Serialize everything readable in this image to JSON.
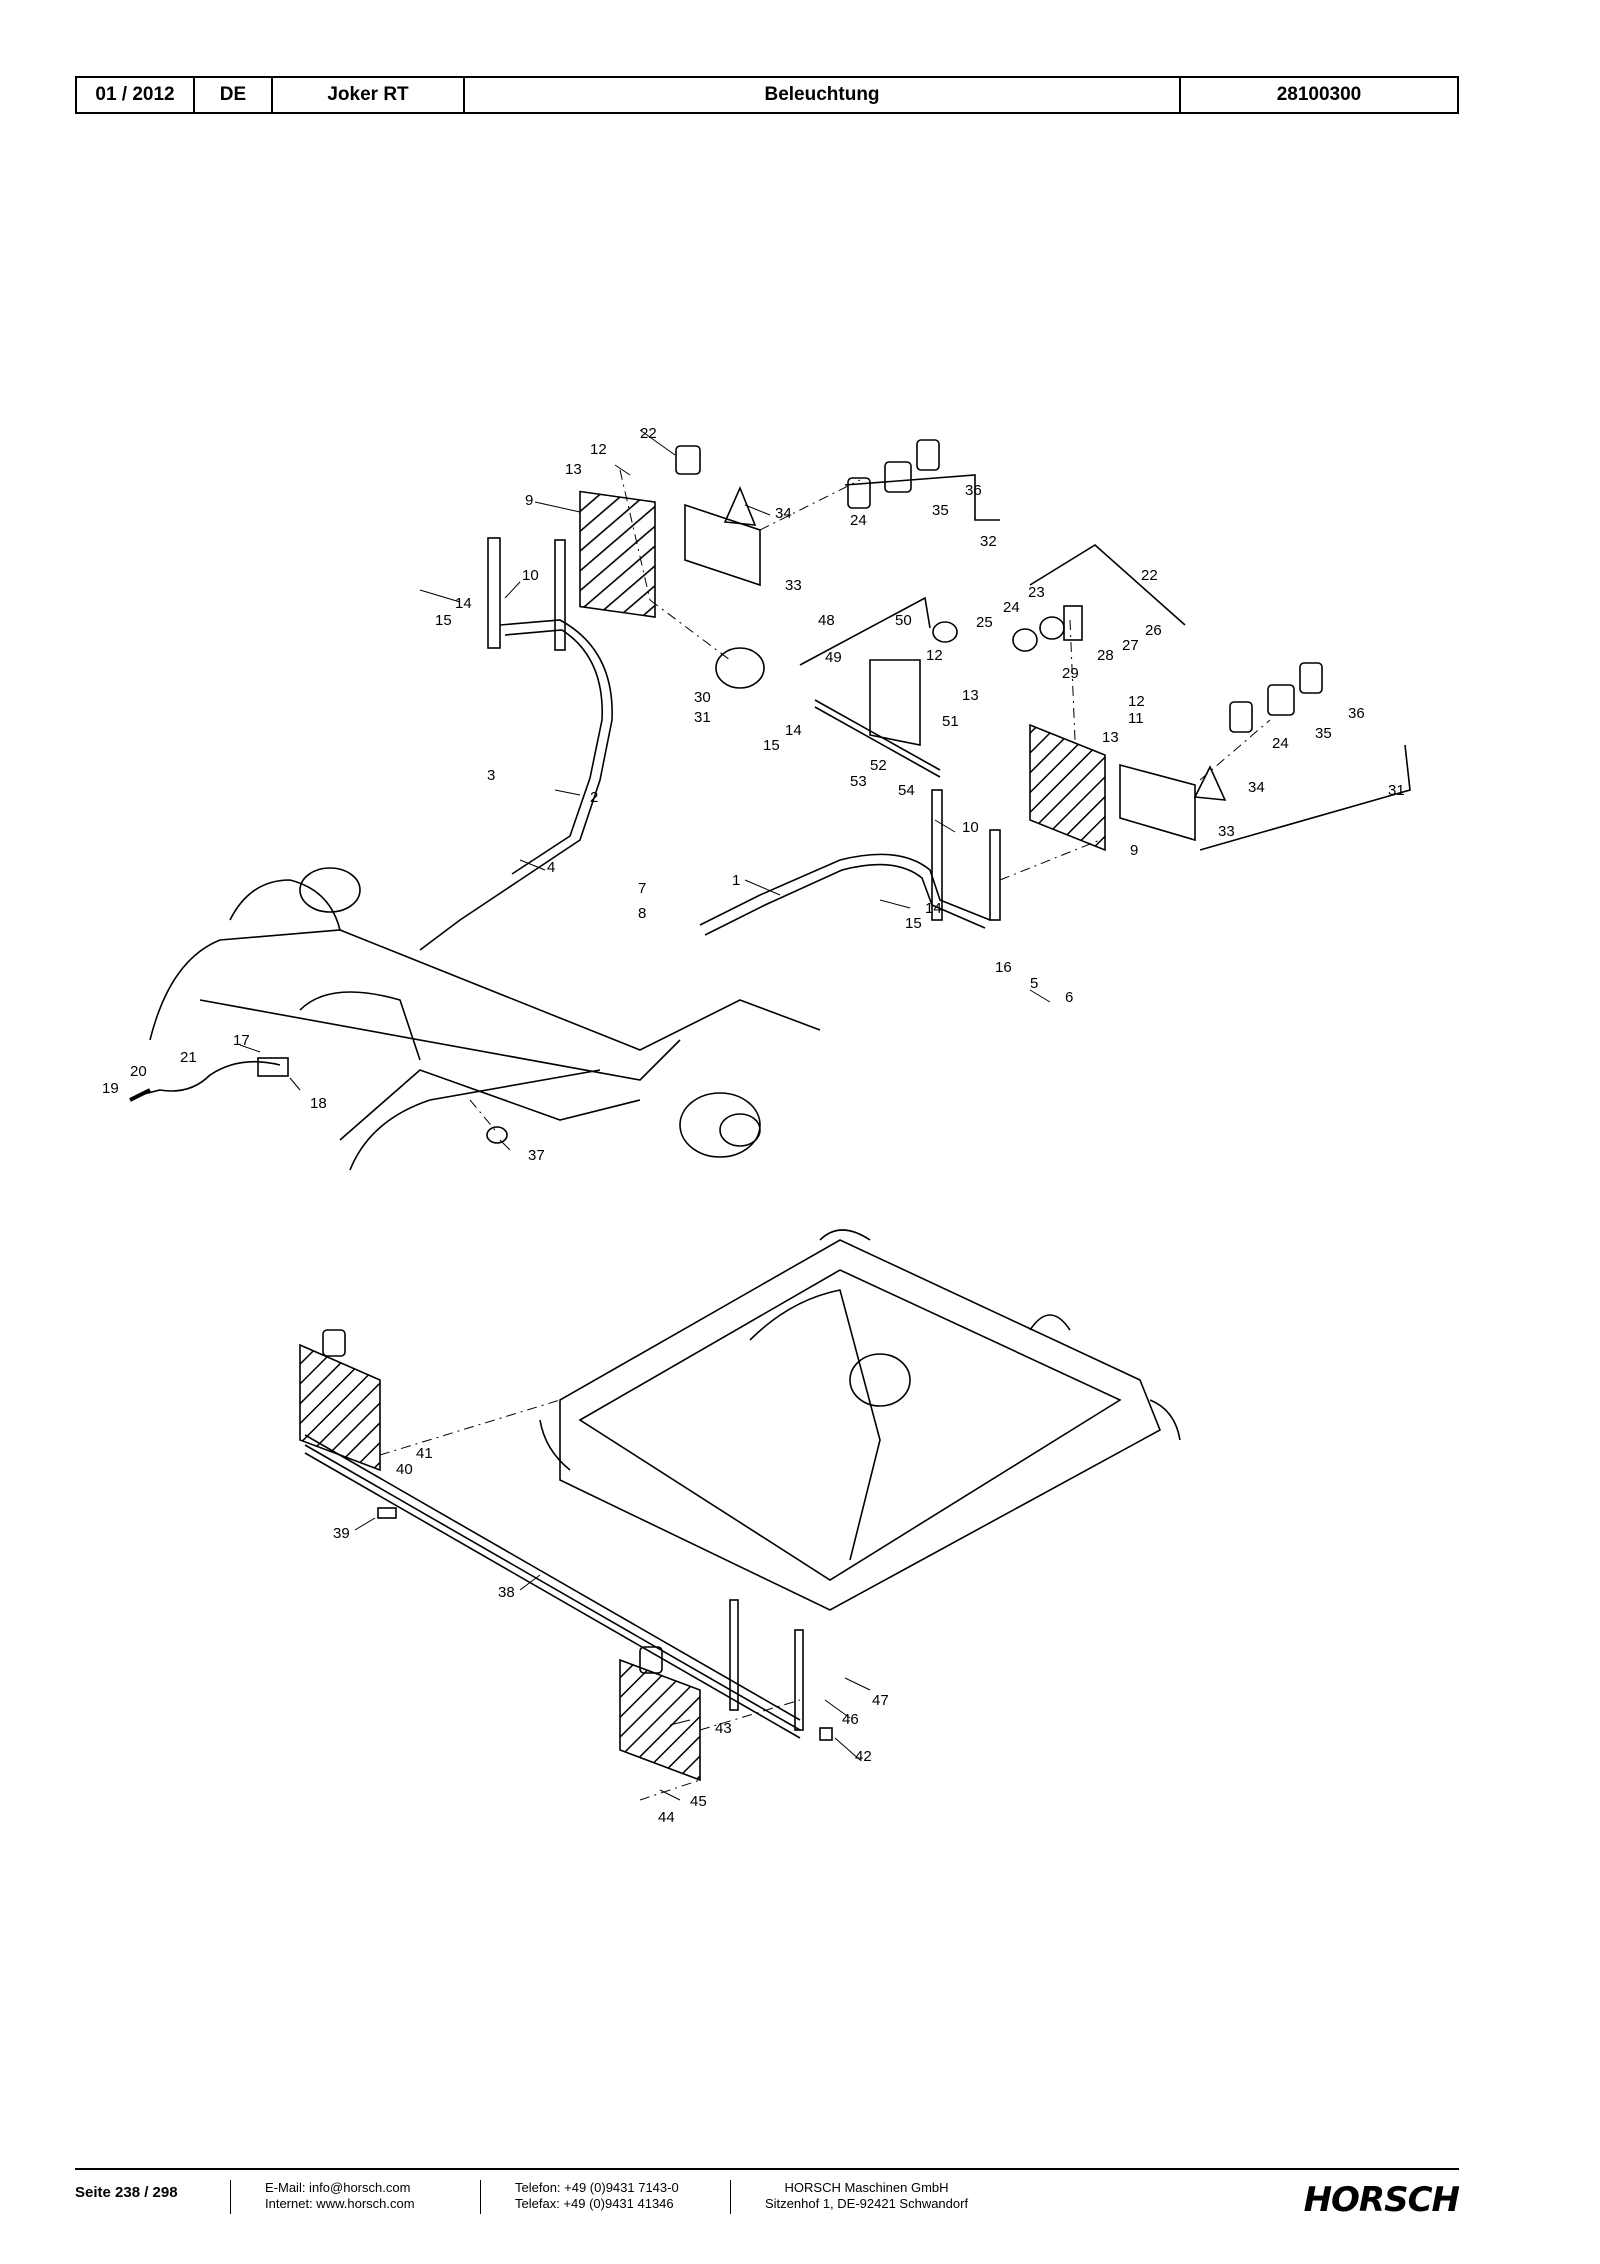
{
  "header": {
    "date": "01 / 2012",
    "lang": "DE",
    "model": "Joker RT",
    "section": "Beleuchtung",
    "number": "28100300"
  },
  "labels": {
    "p1": "1",
    "p2": "2",
    "p3": "3",
    "p4": "4",
    "p5": "5",
    "p6": "6",
    "p7": "7",
    "p8": "8",
    "p9a": "9",
    "p9b": "9",
    "p10a": "10",
    "p10b": "10",
    "p11": "11",
    "p12a": "12",
    "p12b": "12",
    "p12c": "12",
    "p13a": "13",
    "p13b": "13",
    "p13c": "13",
    "p14a": "14",
    "p14b": "14",
    "p14c": "14",
    "p15a": "15",
    "p15b": "15",
    "p15c": "15",
    "p16": "16",
    "p17": "17",
    "p18": "18",
    "p19": "19",
    "p20": "20",
    "p21": "21",
    "p22a": "22",
    "p22b": "22",
    "p23": "23",
    "p24a": "24",
    "p24b": "24",
    "p24c": "24",
    "p25": "25",
    "p26": "26",
    "p27": "27",
    "p28": "28",
    "p29": "29",
    "p30": "30",
    "p31a": "31",
    "p31b": "31",
    "p32": "32",
    "p33a": "33",
    "p33b": "33",
    "p34a": "34",
    "p34b": "34",
    "p35a": "35",
    "p35b": "35",
    "p36a": "36",
    "p36b": "36",
    "p37": "37",
    "p38": "38",
    "p39": "39",
    "p40": "40",
    "p41": "41",
    "p42": "42",
    "p43": "43",
    "p44": "44",
    "p45": "45",
    "p46": "46",
    "p47": "47",
    "p48": "48",
    "p49": "49",
    "p50": "50",
    "p51": "51",
    "p52": "52",
    "p53": "53",
    "p54": "54"
  },
  "footer": {
    "page": "Seite 238 / 298",
    "email": "E-Mail: info@horsch.com",
    "internet": "Internet: www.horsch.com",
    "phone": "Telefon: +49 (0)9431 7143-0",
    "fax": "Telefax: +49 (0)9431 41346",
    "company": "HORSCH Maschinen GmbH",
    "address": "Sitzenhof 1, DE-92421 Schwandorf",
    "logo": "HORSCH"
  }
}
